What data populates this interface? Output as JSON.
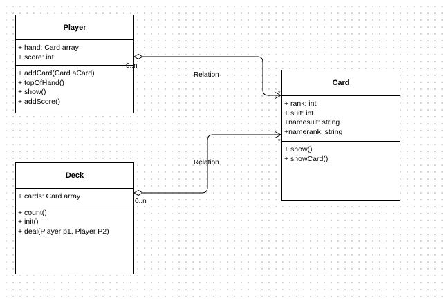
{
  "classes": {
    "player": {
      "name": "Player",
      "attributes": [
        "+ hand: Card array",
        "+ score: int"
      ],
      "methods": [
        "+ addCard(Card aCard)",
        "+ topOfHand()",
        "+ show()",
        "+ addScore()"
      ]
    },
    "deck": {
      "name": "Deck",
      "attributes": [
        "+ cards: Card array"
      ],
      "methods": [
        "+ count()",
        "+ init()",
        "+ deal(Player p1, Player P2)"
      ]
    },
    "card": {
      "name": "Card",
      "attributes": [
        "+ rank: int",
        "+ suit: int",
        "+namesuit: string",
        "+namerank: string"
      ],
      "methods": [
        "+ show()",
        "+ showCard()"
      ]
    }
  },
  "relations": [
    {
      "from": "Player",
      "to": "Card",
      "label": "Relation",
      "multiplicity_source": "0..n",
      "multiplicity_target": "*",
      "kind": "aggregation"
    },
    {
      "from": "Deck",
      "to": "Card",
      "label": "Relation",
      "multiplicity_source": "0..n",
      "multiplicity_target": "*",
      "kind": "aggregation"
    }
  ]
}
